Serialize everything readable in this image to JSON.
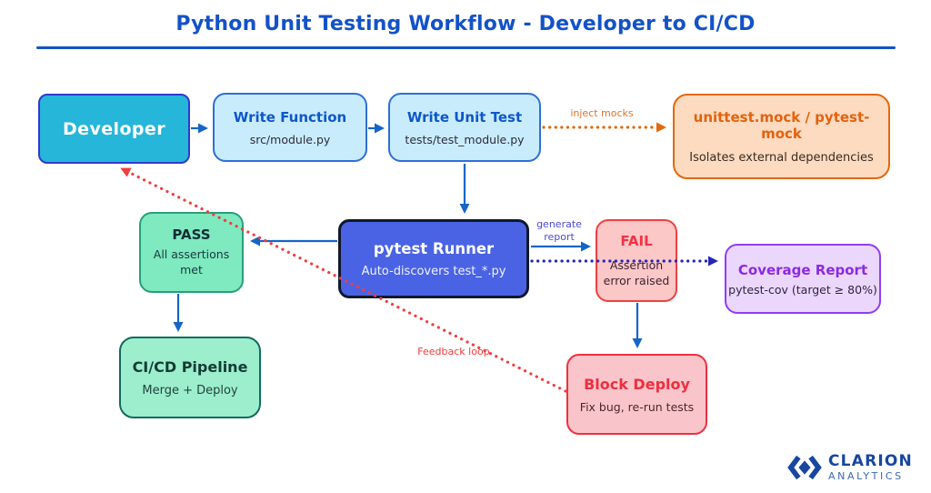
{
  "header": {
    "title": "Python Unit Testing Workflow - Developer to CI/CD"
  },
  "nodes": {
    "developer": {
      "title": "Developer"
    },
    "write_function": {
      "title": "Write Function",
      "subtitle": "src/module.py"
    },
    "write_unit_test": {
      "title": "Write Unit Test",
      "subtitle": "tests/test_module.py"
    },
    "mock": {
      "title": "unittest.mock / pytest-mock",
      "subtitle": "Isolates external dependencies"
    },
    "pytest_runner": {
      "title": "pytest Runner",
      "subtitle": "Auto-discovers test_*.py"
    },
    "pass": {
      "title": "PASS",
      "subtitle": "All assertions met"
    },
    "fail": {
      "title": "FAIL",
      "subtitle": "Assertion error raised"
    },
    "coverage": {
      "title": "Coverage Report",
      "subtitle": "pytest-cov (target ≥ 80%)"
    },
    "cicd": {
      "title": "CI/CD Pipeline",
      "subtitle": "Merge + Deploy"
    },
    "block_deploy": {
      "title": "Block Deploy",
      "subtitle": "Fix bug, re-run tests"
    }
  },
  "edges": {
    "inject_mocks": "inject mocks",
    "generate_report": "generate report",
    "feedback_loop": "Feedback loop"
  },
  "footer": {
    "brand": "CLARION",
    "brand_sub": "ANALYTICS"
  },
  "colors": {
    "title_blue": "#1352c8",
    "arrow_blue": "#1565c8",
    "developer_fill": "#25b6d9",
    "process_fill": "#c9ecfd",
    "process_accent": "#0d57c9",
    "mock_fill": "#fcdbc0",
    "mock_accent": "#e2680d",
    "runner_fill": "#4a63e4",
    "pass_fill": "#7fe9bf",
    "pass_border": "#27a07a",
    "fail_fill": "#fcc7c7",
    "fail_accent": "#ef3344",
    "coverage_fill": "#ebd6fc",
    "coverage_accent": "#8a2be2",
    "cicd_fill": "#9ceecd",
    "cicd_border": "#116b5e",
    "dotted_navy": "#2626b8",
    "feedback_red": "#f23d3d",
    "brand_blue": "#17479e"
  }
}
